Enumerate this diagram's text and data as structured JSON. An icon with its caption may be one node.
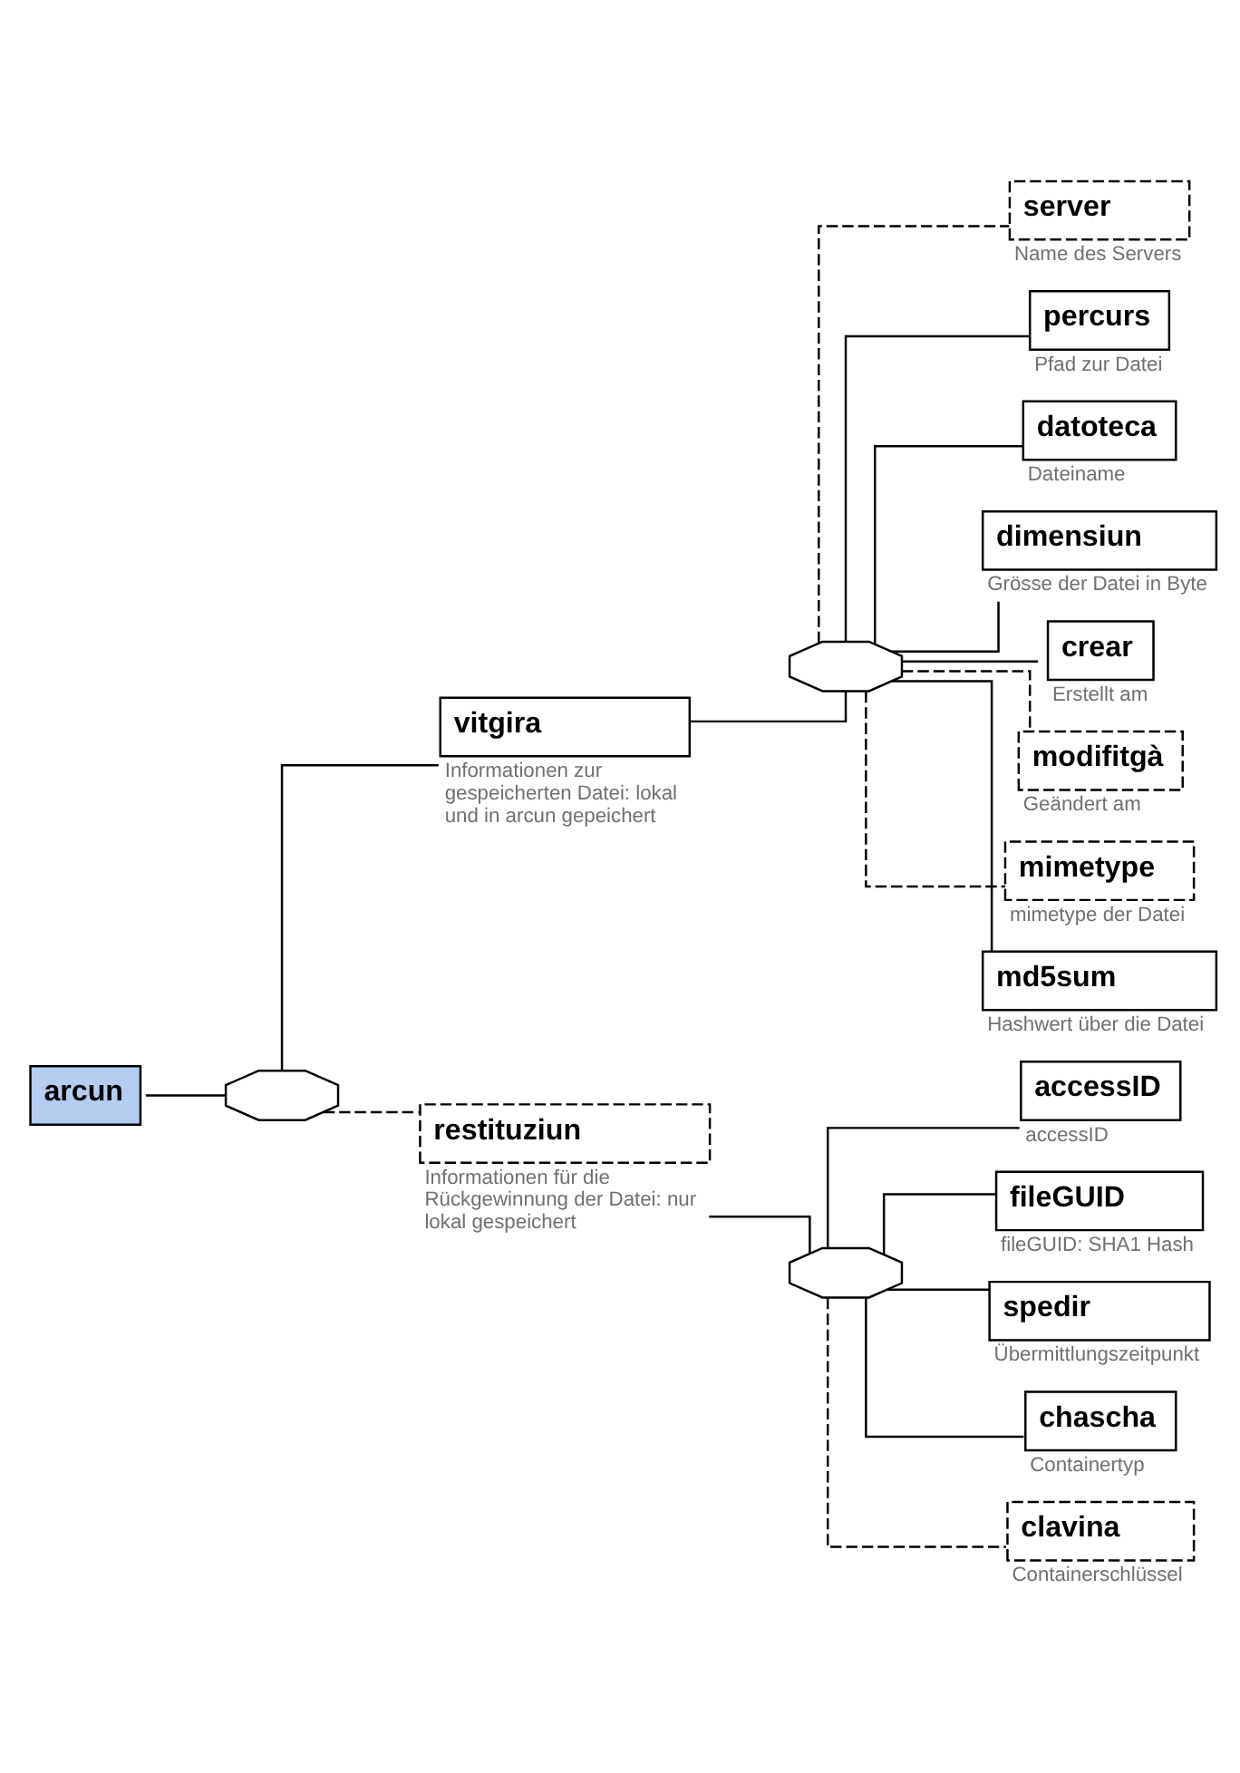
{
  "diagram": {
    "nodes": [
      {
        "text": [
          "arcun"
        ]
      },
      {
        "text": [],
        "shape": "octagon"
      },
      {
        "text": [
          "vitgira"
        ],
        "beside": [
          "Informationen zur gespeicherten Datei: lokal und in arcun gepeichert"
        ]
      },
      {
        "text": [
          "restituziun"
        ],
        "beside": [
          "Informationen für die Rückgewinnung der Datei: nur lokal gespeichert"
        ]
      },
      {
        "text": [],
        "shape": "octagon"
      },
      {
        "text": [
          "server"
        ],
        "beside": [
          "Name des Servers"
        ]
      },
      {
        "text": [
          "percurs"
        ],
        "beside": [
          "Pfad zur Datei"
        ]
      },
      {
        "text": [
          "datoteca"
        ],
        "beside": [
          "Dateiname"
        ]
      },
      {
        "text": [
          "dimensiun"
        ],
        "beside": [
          "Grösse der Datei in Byte"
        ]
      },
      {
        "text": [
          "crear"
        ],
        "beside": [
          "Erstellt am"
        ]
      },
      {
        "text": [
          "modifitgà"
        ],
        "beside": [
          "Geändert am"
        ]
      },
      {
        "text": [
          "mimetype"
        ],
        "beside": [
          "mimetype der Datei"
        ]
      },
      {
        "text": [
          "md5sum"
        ],
        "beside": [
          "Hashwert über die Datei"
        ]
      },
      {
        "text": [],
        "shape": "octagon"
      },
      {
        "text": [
          "accessID"
        ],
        "beside": [
          "accessID"
        ]
      },
      {
        "text": [
          "fileGUID"
        ],
        "beside": [
          "fileGUID: SHA1 Hash"
        ]
      },
      {
        "text": [
          "spedir"
        ],
        "beside": [
          "Übermittlungszeitpunkt"
        ]
      },
      {
        "text": [
          "chascha"
        ],
        "beside": [
          "Containertyp"
        ]
      },
      {
        "text": [
          "clavina"
        ],
        "beside": [
          "Containerschlüssel"
        ]
      }
    ],
    "edges": [
      {
        "from": 0,
        "to": 1,
        "arrow": "none"
      },
      {
        "from": 1,
        "to": 2,
        "arrow": "none"
      },
      {
        "from": 1,
        "to": 3,
        "arrow": "none",
        "style": "dashed"
      },
      {
        "from": 2,
        "to": 4,
        "arrow": "none"
      },
      {
        "from": 4,
        "to": 5,
        "arrow": "none",
        "style": "dashed"
      },
      {
        "from": 4,
        "to": 6,
        "arrow": "none"
      },
      {
        "from": 4,
        "to": 7,
        "arrow": "none"
      },
      {
        "from": 4,
        "to": 8,
        "arrow": "none"
      },
      {
        "from": 4,
        "to": 9,
        "arrow": "none"
      },
      {
        "from": 4,
        "to": 10,
        "arrow": "none",
        "style": "dashed"
      },
      {
        "from": 4,
        "to": 11,
        "arrow": "none",
        "style": "dashed"
      },
      {
        "from": 4,
        "to": 12,
        "arrow": "none"
      },
      {
        "from": 3,
        "to": 13,
        "arrow": "none"
      },
      {
        "from": 13,
        "to": 14,
        "arrow": "none"
      },
      {
        "from": 13,
        "to": 15,
        "arrow": "none"
      },
      {
        "from": 13,
        "to": 16,
        "arrow": "none"
      },
      {
        "from": 13,
        "to": 17,
        "arrow": "none"
      },
      {
        "from": 13,
        "to": 18,
        "arrow": "none",
        "style": "dashed"
      }
    ]
  }
}
